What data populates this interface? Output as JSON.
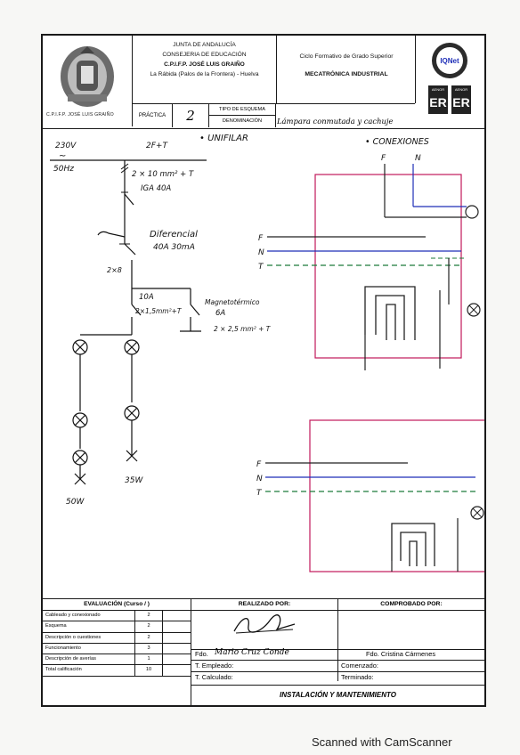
{
  "header": {
    "school_caption": "C.P.I.F.P. JOSÉ LUIS GRAIÑO",
    "line1": "JUNTA DE ANDALUCÍA",
    "line2": "CONSEJERIA DE EDUCACIÓN",
    "line3": "C.P.I.F.P. JOSÉ LUIS GRAIÑO",
    "line4": "La Rábida (Palos de la Frontera) - Huelva",
    "cycle": "Ciclo Formativo de Grado Superior",
    "specialty": "MECATRÓNICA INDUSTRIAL",
    "practica_label": "PRÁCTICA",
    "practica_value": "2",
    "tipo_label": "TIPO DE ESQUEMA",
    "denominacion_label": "DENOMINACIÓN",
    "denominacion_value": "Lámpara conmutada y cachuje",
    "cert": {
      "top": "IQNet",
      "left": "AENOR",
      "right": "AENOR"
    }
  },
  "unifilar": {
    "title": "• UNIFILAR",
    "supply_voltage": "230V",
    "supply_tilde": "~",
    "supply_freq": "50Hz",
    "supply_conductors": "2F+T",
    "supply_section": "2 × 10 mm² + T",
    "iga": "IGA 40A",
    "diff_name": "Diferencial",
    "diff_rating": "40A 30mA",
    "diff_cable": "2×8",
    "mcb1_rating": "10A",
    "mcb1_cable": "2×1,5mm²+T",
    "mcb2_name": "Magnetotérmico",
    "mcb2_rating": "6A",
    "mcb2_cable": "2 × 2,5 mm² + T",
    "load_right": "35W",
    "load_left": "50W"
  },
  "conexiones": {
    "title": "• CONEXIONES",
    "top_f": "F",
    "top_n": "N",
    "d1_f": "F",
    "d1_n": "N",
    "d1_t": "T",
    "d2_f": "F",
    "d2_n": "N",
    "d2_t": "T",
    "colors": {
      "phase": "#222222",
      "neutral": "#1f2fb8",
      "earth": "#1c7a3a",
      "box": "#c2185b"
    }
  },
  "evaluation": {
    "title": "EVALUACIÓN (Curso      /      )",
    "rows": [
      {
        "label": "Cableado y conexionado",
        "value": "2"
      },
      {
        "label": "Esquema",
        "value": "2"
      },
      {
        "label": "Descripción o cuestiones",
        "value": "2"
      },
      {
        "label": "Funcionamiento",
        "value": "3"
      },
      {
        "label": "Descripción de averías",
        "value": "1"
      },
      {
        "label": "Total calificación",
        "value": "10"
      }
    ]
  },
  "signatures": {
    "realizado_label": "REALIZADO POR:",
    "comprobado_label": "COMPROBADO POR:",
    "fdo_prefix": "Fdo.",
    "fdo_name": "Mario Cruz Conde",
    "fdo_checker": "Fdo. Cristina Cármenes",
    "empleado_label": "T. Empleado:",
    "calculado_label": "T. Calculado:",
    "comenzado_label": "Comenzado:",
    "terminado_label": "Terminado:",
    "footer_title": "INSTALACIÓN Y MANTENIMIENTO"
  },
  "watermark": "Scanned with CamScanner"
}
